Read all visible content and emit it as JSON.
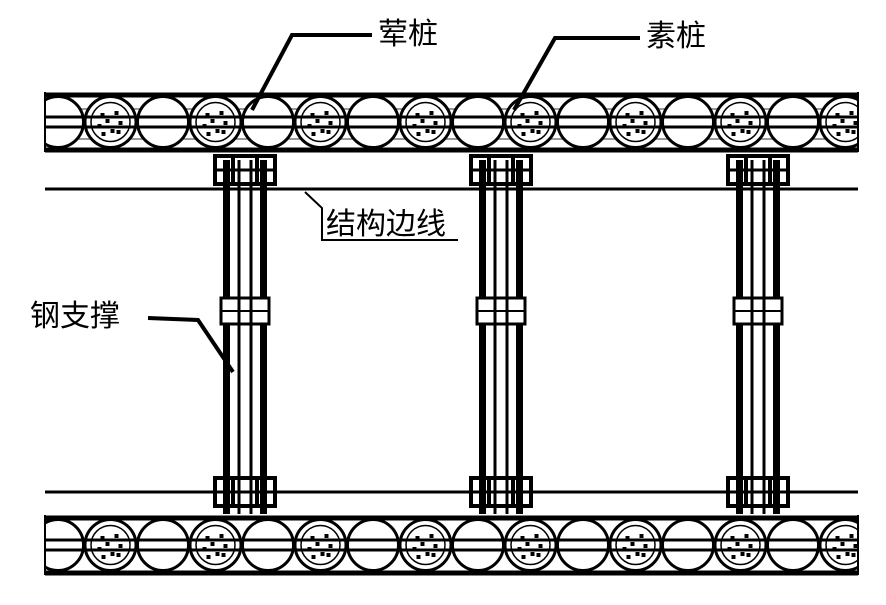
{
  "labels": {
    "reinforced_pile": "荤桩",
    "plain_pile": "素桩",
    "structure_edge": "结构边线",
    "steel_support": "钢支撑"
  },
  "colors": {
    "ink": "#000000",
    "gray_line": "#9a9a9a",
    "background": "#ffffff"
  },
  "pile_rows": 2,
  "piles_per_row": 16,
  "steel_support_count": 3
}
